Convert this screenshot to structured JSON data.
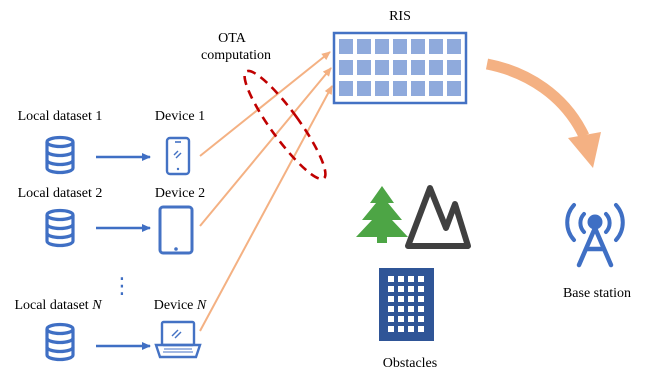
{
  "labels": {
    "ris": "RIS",
    "ota_line1": "OTA",
    "ota_line2": "computation",
    "dataset_1": "Local dataset 1",
    "dataset_2": "Local dataset 2",
    "dataset_n_prefix": "Local dataset ",
    "dataset_n_var": "N",
    "device_1": "Device 1",
    "device_2": "Device 2",
    "device_n_prefix": "Device ",
    "device_n_var": "N",
    "ellipsis": "⋮",
    "base_station": "Base station",
    "obstacles": "Obstacles"
  },
  "colors": {
    "blue": "#3F6FC4",
    "device_blue": "#4472C4",
    "ris_cell": "#8FAADC",
    "ris_frame": "#4472C4",
    "uplink_arrow": "#F4B183",
    "downlink_arrow": "#F4B183",
    "ota_ellipse": "#C00000",
    "tree_green": "#4DA545",
    "mountain_dark": "#404040",
    "building_blue": "#2F5597"
  },
  "icons": {
    "dataset": "database-icon",
    "device_1": "smartphone-icon",
    "device_2": "tablet-icon",
    "device_n": "laptop-icon",
    "ris": "ris-panel-icon",
    "base_station": "radio-tower-icon",
    "tree": "tree-icon",
    "mountain": "mountain-icon",
    "building": "building-icon"
  }
}
